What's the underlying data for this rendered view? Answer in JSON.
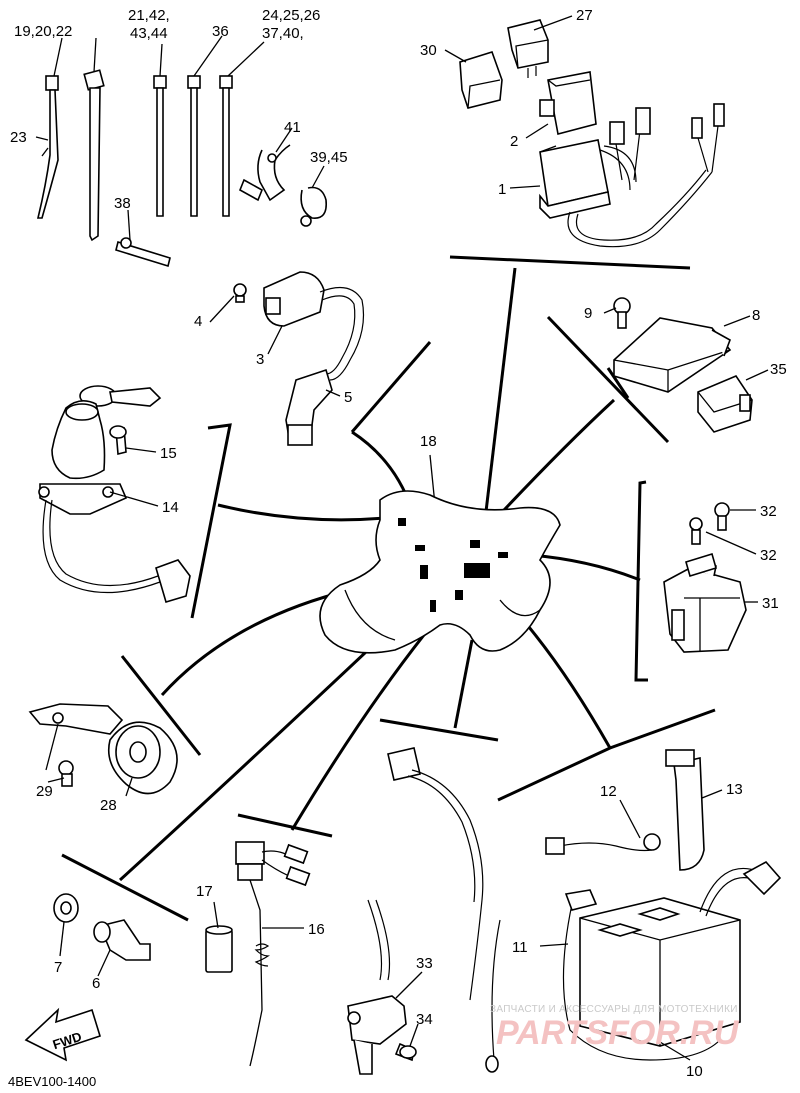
{
  "labels": {
    "l_19_20_22": "19,20,22",
    "l_21_42": "21,42,",
    "l_43_44": "43,44",
    "l_36": "36",
    "l_24_25_26": "24,25,26",
    "l_37_40": "37,40,",
    "l_23": "23",
    "l_38": "38",
    "l_41": "41",
    "l_39_45": "39,45",
    "l_30": "30",
    "l_27": "27",
    "l_2": "2",
    "l_1": "1",
    "l_4": "4",
    "l_3": "3",
    "l_5": "5",
    "l_9": "9",
    "l_8": "8",
    "l_35": "35",
    "l_15": "15",
    "l_14": "14",
    "l_18": "18",
    "l_32a": "32",
    "l_32b": "32",
    "l_31": "31",
    "l_29": "29",
    "l_28": "28",
    "l_12": "12",
    "l_13": "13",
    "l_17": "17",
    "l_16": "16",
    "l_7": "7",
    "l_6": "6",
    "l_11": "11",
    "l_33": "33",
    "l_34": "34",
    "l_10": "10"
  },
  "fwd_label": "FWD",
  "diagram_code": "4BEV100-1400",
  "watermark": {
    "tagline": "ЗАПЧАСТИ И АКСЕССУАРЫ ДЛЯ МОТОТЕХНИКИ",
    "logo": "PARTSFOR.RU",
    "color": "#f4c2c2"
  }
}
